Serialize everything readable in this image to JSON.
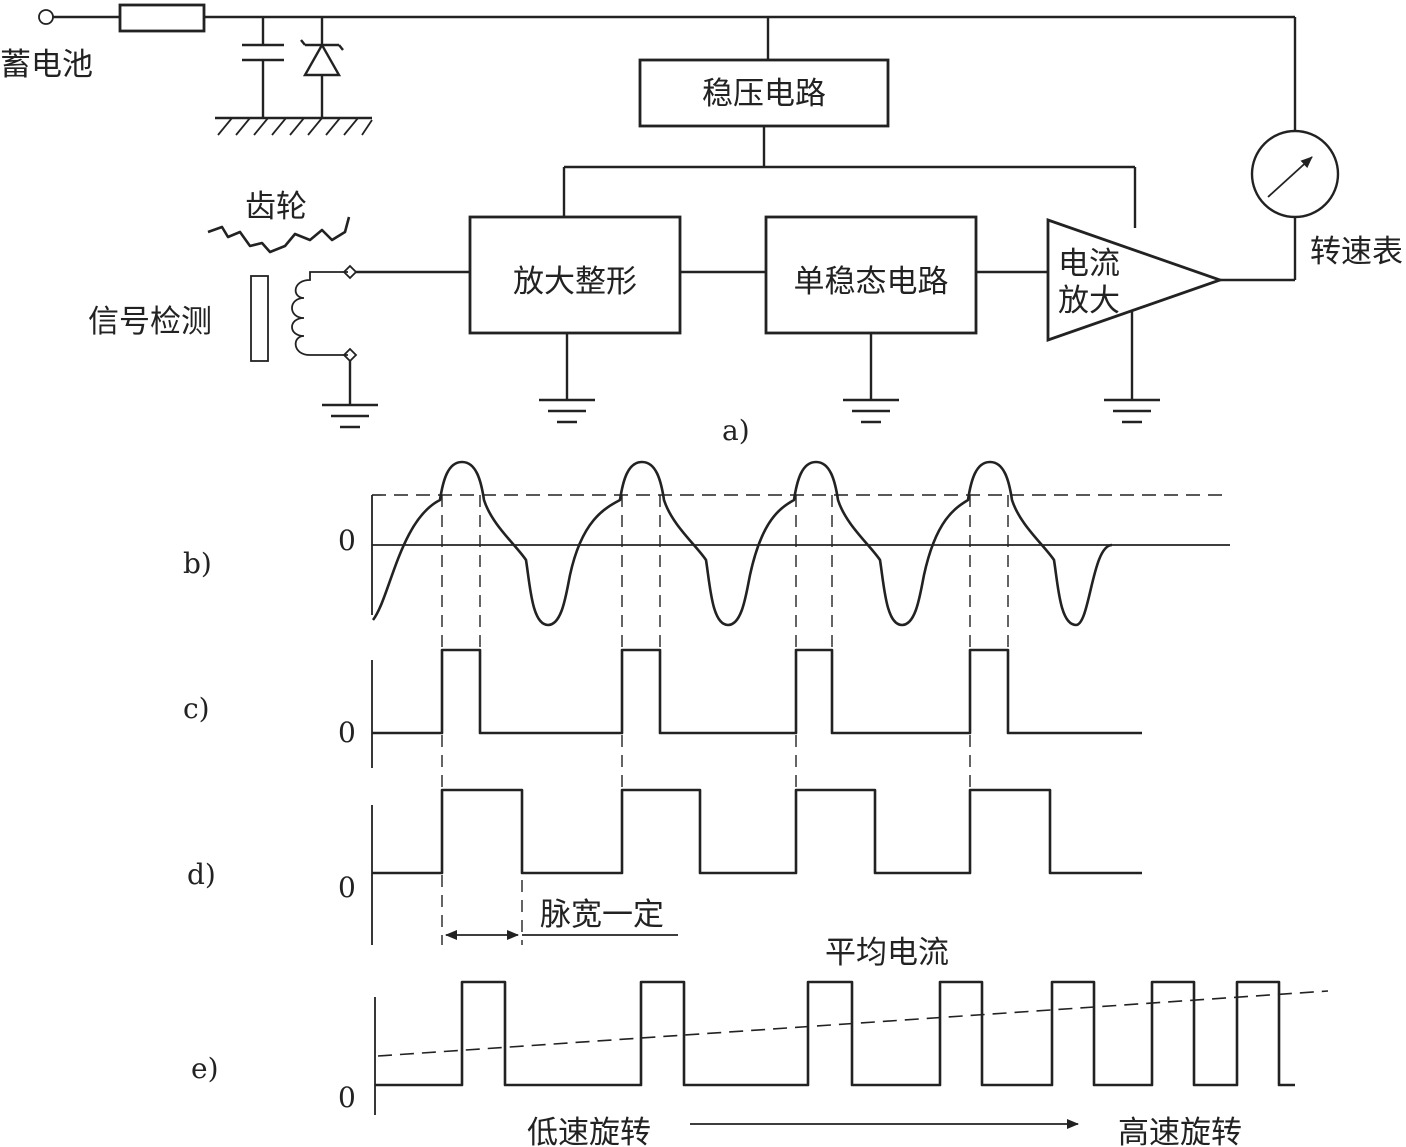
{
  "labels": {
    "battery": "蓄电池",
    "gear": "齿轮",
    "sensor": "信号检测",
    "regulator": "稳压电路",
    "amp_shaper": "放大整形",
    "monostable": "单稳态电路",
    "current_amp_line1": "电流",
    "current_amp_line2": "放大",
    "tachometer": "转速表",
    "pulse_width": "脉宽一定",
    "average_current": "平均电流",
    "low_speed": "低速旋转",
    "high_speed": "高速旋转"
  },
  "panels": {
    "a": "a)",
    "b": "b)",
    "c": "c)",
    "d": "d)",
    "e": "e)"
  },
  "zero": "0"
}
